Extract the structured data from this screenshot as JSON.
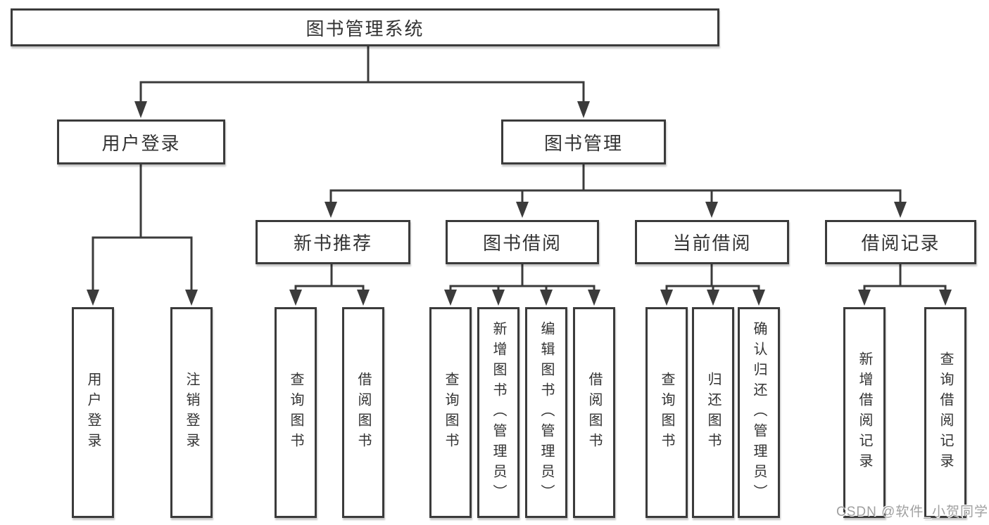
{
  "diagram": {
    "title": "图书管理系统",
    "level2": {
      "user_login": "用户登录",
      "book_management": "图书管理"
    },
    "level3": {
      "new_book_recommend": "新书推荐",
      "book_borrow": "图书借阅",
      "current_borrow": "当前借阅",
      "borrow_record": "借阅记录"
    },
    "leaves": {
      "user_login": "用户登录",
      "logout_login": "注销登录",
      "nb_query_books": "查询图书",
      "nb_borrow_books": "借阅图书",
      "bb_query_books": "查询图书",
      "bb_add_books": "新增图书（管理员）",
      "bb_edit_books": "编辑图书（管理员）",
      "bb_borrow_books": "借阅图书",
      "cb_query_books": "查询图书",
      "cb_return_books": "归还图书",
      "cb_confirm_return": "确认归还（管理员）",
      "br_add_record": "新增借阅记录",
      "br_query_record": "查询借阅记录"
    }
  },
  "watermark": "CSDN @软件_小贺同学",
  "colors": {
    "line": "#3b3b3b",
    "text": "#333333",
    "background": "#ffffff",
    "watermark": "#a0a0a0"
  }
}
